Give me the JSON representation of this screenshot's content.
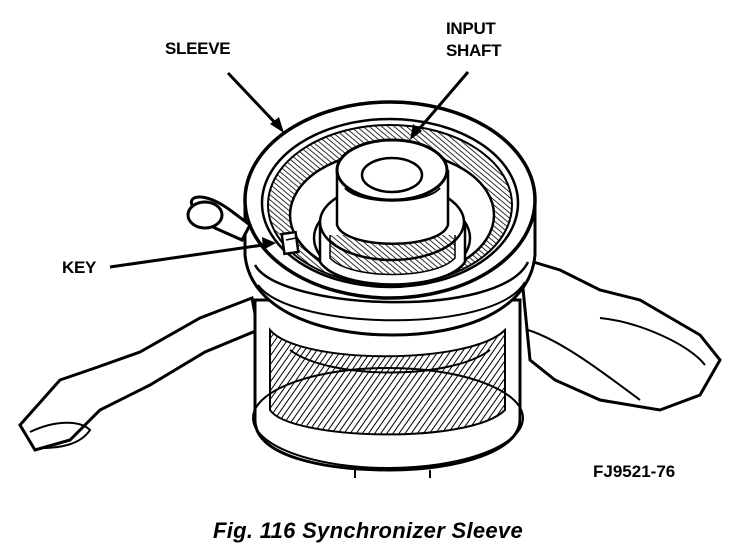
{
  "labels": {
    "sleeve": "SLEEVE",
    "input_shaft_line1": "INPUT",
    "input_shaft_line2": "SHAFT",
    "key": "KEY"
  },
  "figure_code": "FJ9521-76",
  "caption": "Fig. 116 Synchronizer Sleeve",
  "colors": {
    "ink": "#000000",
    "paper": "#ffffff"
  }
}
